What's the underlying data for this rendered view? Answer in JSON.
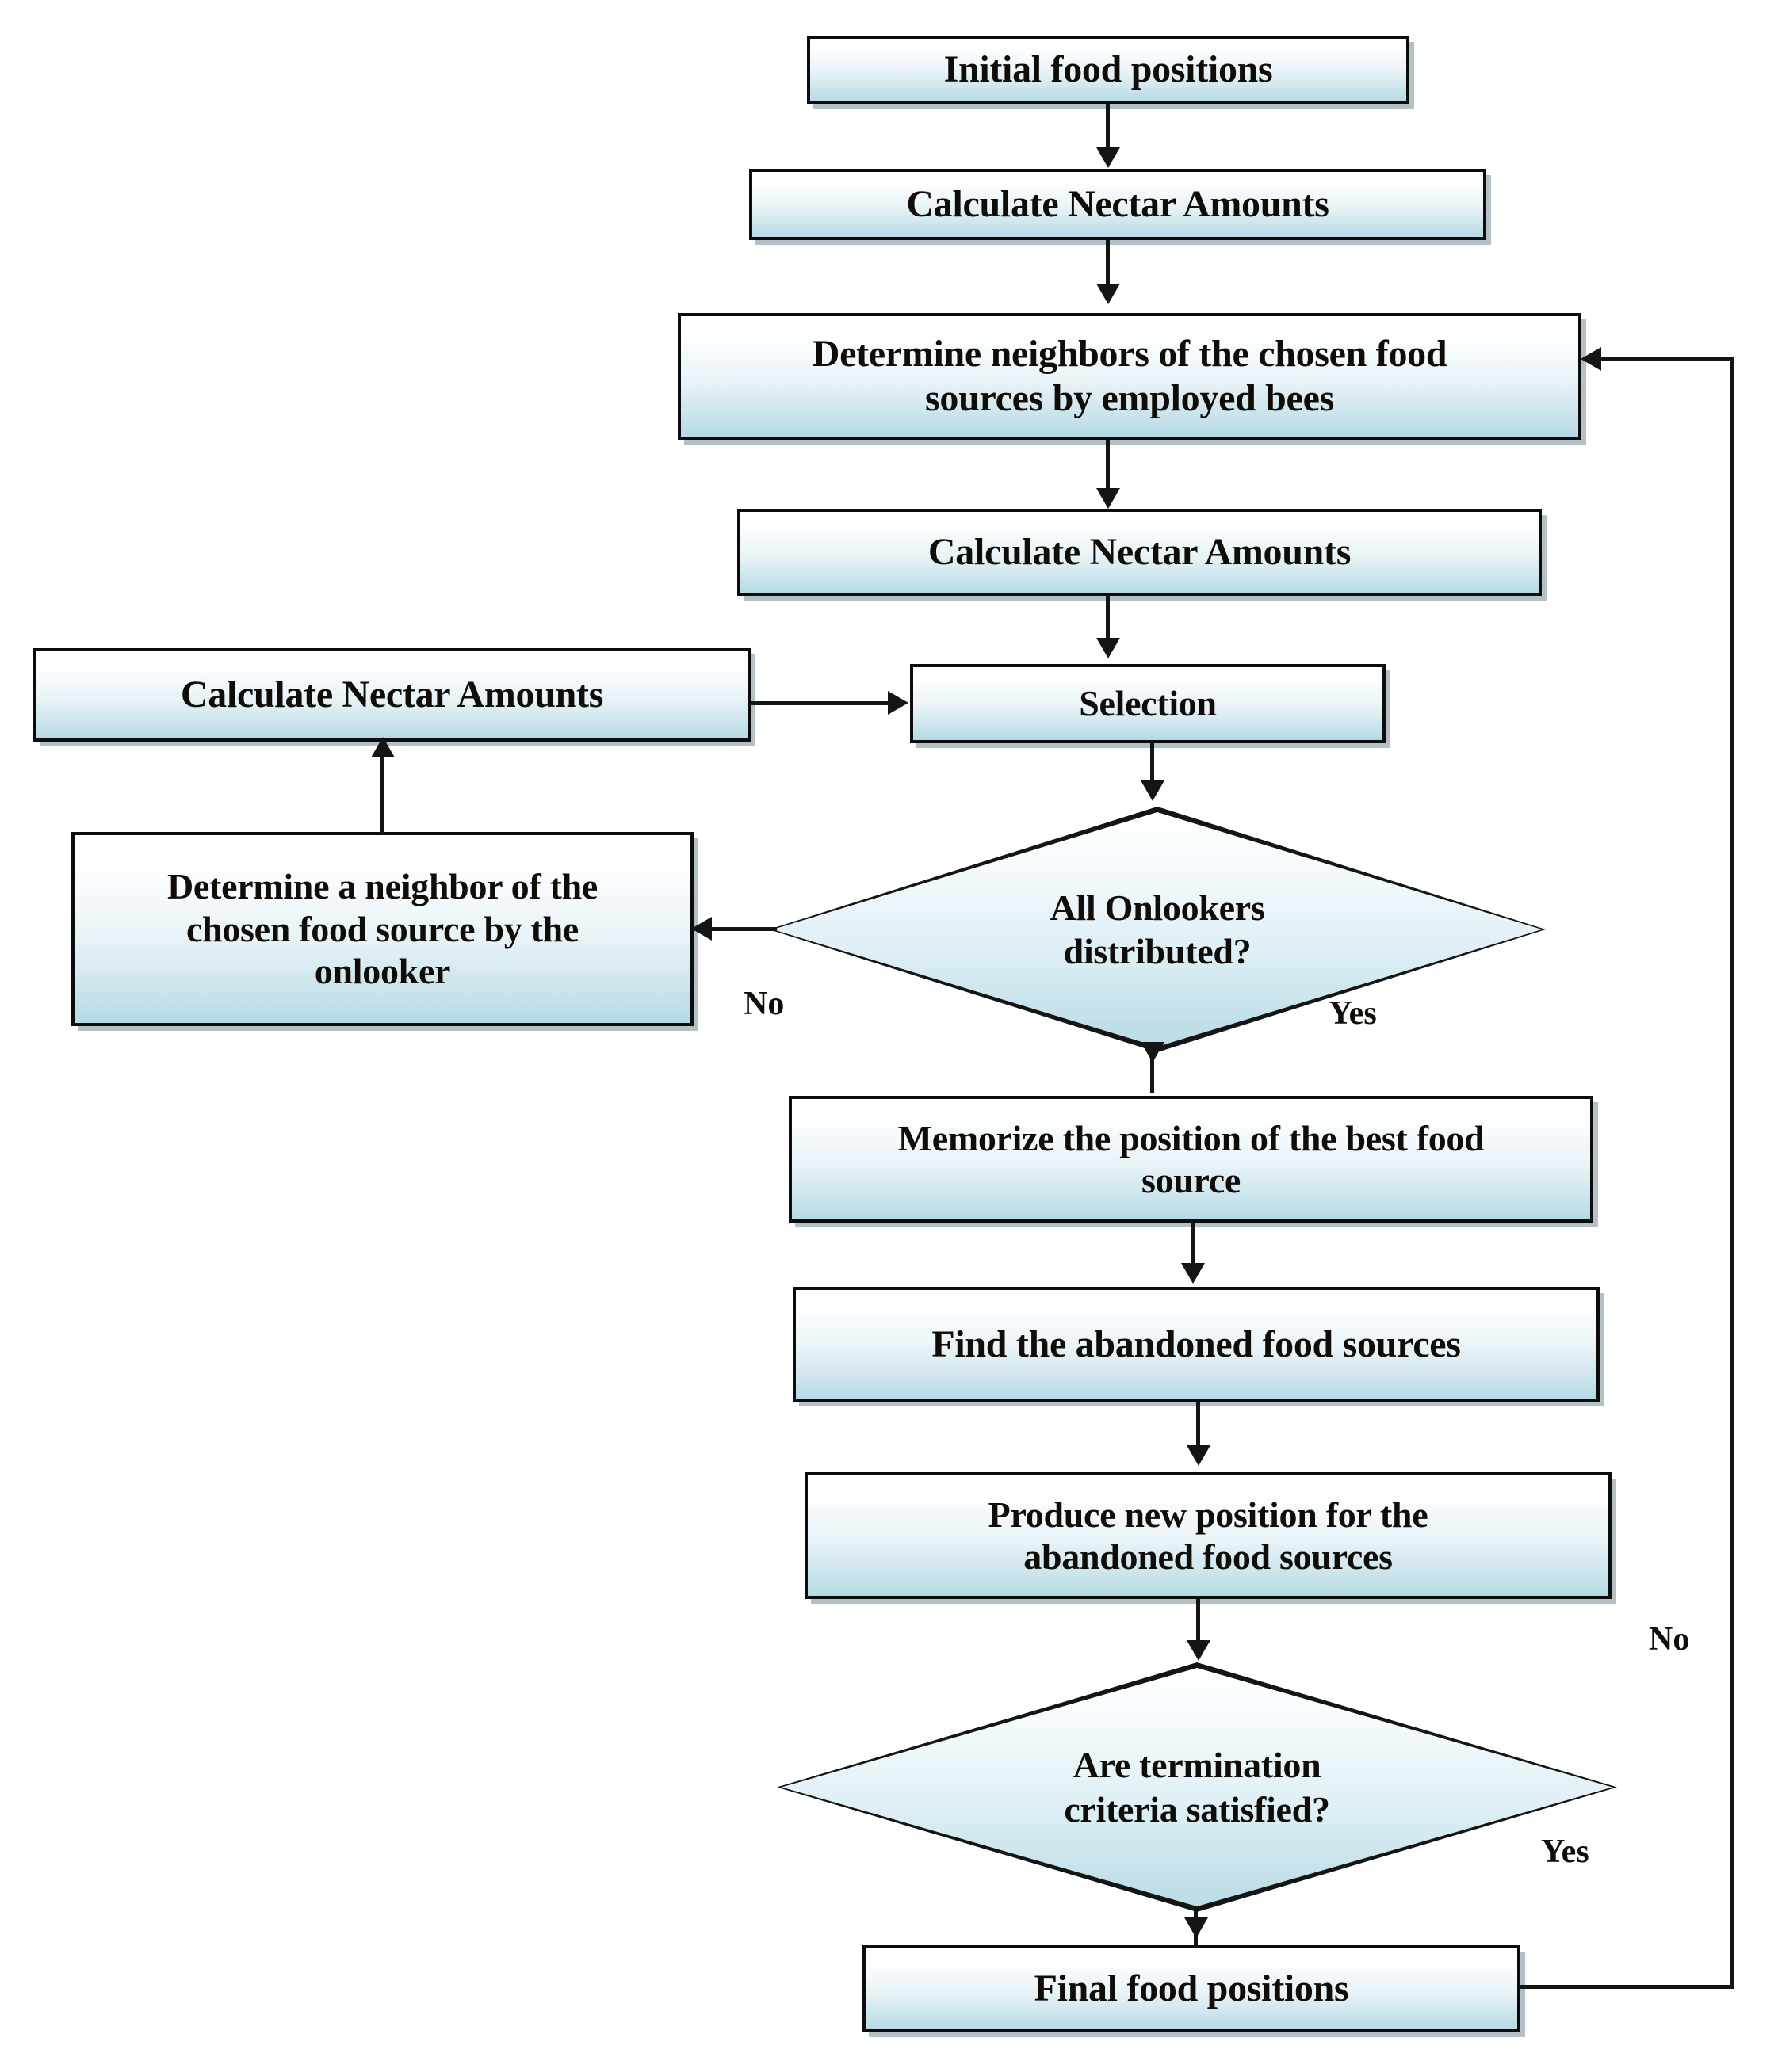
{
  "diagram": {
    "title": "Artificial Bee Colony (ABC) algorithm flowchart",
    "type": "flowchart",
    "colors": {
      "node_fill_top": "#ffffff",
      "node_fill_bottom": "#b5dae5",
      "node_border": "#0d0d0d",
      "connector": "#151515",
      "text": "#100c08",
      "background": "#ffffff"
    },
    "nodes": [
      {
        "id": "initial_food_positions",
        "shape": "process",
        "label": "Initial food positions"
      },
      {
        "id": "calc_nectar_1",
        "shape": "process",
        "label": "Calculate Nectar Amounts"
      },
      {
        "id": "determine_neighbors_employed",
        "shape": "process",
        "label": "Determine neighbors of the chosen food sources by employed bees"
      },
      {
        "id": "calc_nectar_2",
        "shape": "process",
        "label": "Calculate Nectar Amounts"
      },
      {
        "id": "selection",
        "shape": "process",
        "label": "Selection"
      },
      {
        "id": "calc_nectar_3",
        "shape": "process",
        "label": "Calculate Nectar Amounts"
      },
      {
        "id": "determine_neighbor_onlooker",
        "shape": "process",
        "label": "Determine a neighbor of the chosen food source by the onlooker"
      },
      {
        "id": "all_onlookers_distributed",
        "shape": "decision",
        "label": "All Onlookers distributed?"
      },
      {
        "id": "memorize_best",
        "shape": "process",
        "label": "Memorize the position of the best food source"
      },
      {
        "id": "find_abandoned",
        "shape": "process",
        "label": "Find the abandoned food sources"
      },
      {
        "id": "produce_new_position",
        "shape": "process",
        "label": "Produce new position for the abandoned food sources"
      },
      {
        "id": "termination_criteria",
        "shape": "decision",
        "label": "Are termination criteria satisfied?"
      },
      {
        "id": "final_food_positions",
        "shape": "process",
        "label": "Final food positions"
      }
    ],
    "node_labels": {
      "initial_food_positions": "Initial food positions",
      "calc_nectar_1": "Calculate Nectar Amounts",
      "determine_neighbors_employed_line1": "Determine neighbors of the chosen food",
      "determine_neighbors_employed_line2": "sources by employed bees",
      "calc_nectar_2": "Calculate Nectar Amounts",
      "selection": "Selection",
      "calc_nectar_3": "Calculate Nectar Amounts",
      "determine_neighbor_onlooker_line1": "Determine a neighbor of the",
      "determine_neighbor_onlooker_line2": "chosen food source by the",
      "determine_neighbor_onlooker_line3": "onlooker",
      "all_onlookers_distributed_line1": "All Onlookers",
      "all_onlookers_distributed_line2": "distributed?",
      "memorize_best_line1": "Memorize the position of the best food",
      "memorize_best_line2": "source",
      "find_abandoned": "Find the abandoned food sources",
      "produce_new_position_line1": "Produce new position for the",
      "produce_new_position_line2": "abandoned food sources",
      "termination_criteria_line1": "Are termination",
      "termination_criteria_line2": "criteria satisfied?",
      "final_food_positions": "Final food positions"
    },
    "edge_labels": {
      "onlookers_no": "No",
      "onlookers_yes": "Yes",
      "termination_no": "No",
      "termination_yes": "Yes"
    },
    "edges": [
      {
        "from": "initial_food_positions",
        "to": "calc_nectar_1",
        "label": ""
      },
      {
        "from": "calc_nectar_1",
        "to": "determine_neighbors_employed",
        "label": ""
      },
      {
        "from": "determine_neighbors_employed",
        "to": "calc_nectar_2",
        "label": ""
      },
      {
        "from": "calc_nectar_2",
        "to": "selection",
        "label": ""
      },
      {
        "from": "calc_nectar_3",
        "to": "selection",
        "label": ""
      },
      {
        "from": "selection",
        "to": "all_onlookers_distributed",
        "label": ""
      },
      {
        "from": "all_onlookers_distributed",
        "to": "determine_neighbor_onlooker",
        "label": "No"
      },
      {
        "from": "determine_neighbor_onlooker",
        "to": "calc_nectar_3",
        "label": ""
      },
      {
        "from": "all_onlookers_distributed",
        "to": "memorize_best",
        "label": "Yes"
      },
      {
        "from": "memorize_best",
        "to": "find_abandoned",
        "label": ""
      },
      {
        "from": "find_abandoned",
        "to": "produce_new_position",
        "label": ""
      },
      {
        "from": "produce_new_position",
        "to": "termination_criteria",
        "label": ""
      },
      {
        "from": "termination_criteria",
        "to": "final_food_positions",
        "label": "Yes"
      },
      {
        "from": "final_food_positions",
        "to": "determine_neighbors_employed",
        "label": "No"
      }
    ]
  }
}
